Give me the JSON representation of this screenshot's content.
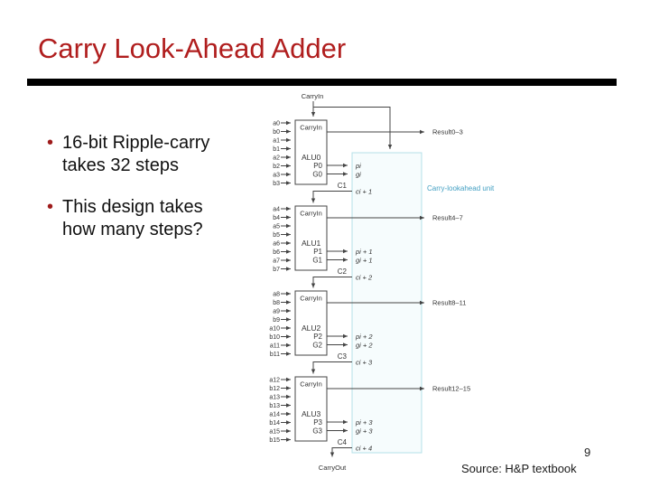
{
  "slide": {
    "title": "Carry Look-Ahead Adder",
    "bullet_glyph": "•",
    "bullets": [
      {
        "line1": "16-bit Ripple-carry",
        "line2": "takes 32 steps"
      },
      {
        "line1": "This design takes",
        "line2": "how many steps?"
      }
    ],
    "page_number": "9",
    "source_credit": "Source: H&P textbook"
  },
  "colors": {
    "title_red": "#b01e1e",
    "bullet_red": "#9e1b1b",
    "line_dark": "#444444",
    "lookahead_border": "#b4e0e8",
    "lookahead_fill": "#f6fcfd",
    "lookahead_text": "#429fc2"
  },
  "diagram": {
    "top_carry_in": "CarryIn",
    "carry_out": "CarryOut",
    "lookahead_unit_label": "Carry-lookahead unit",
    "alus": [
      {
        "carry_in": "CarryIn",
        "name": "ALU0",
        "p": "P0",
        "g": "G0",
        "inputs": [
          "a0",
          "b0",
          "a1",
          "b1",
          "a2",
          "b2",
          "a3",
          "b3"
        ],
        "result": "Result0–3",
        "pi": "pi",
        "gi": "gi",
        "c_label": "C1",
        "ci": "ci + 1"
      },
      {
        "carry_in": "CarryIn",
        "name": "ALU1",
        "p": "P1",
        "g": "G1",
        "inputs": [
          "a4",
          "b4",
          "a5",
          "b5",
          "a6",
          "b6",
          "a7",
          "b7"
        ],
        "result": "Result4–7",
        "pi": "pi + 1",
        "gi": "gi + 1",
        "c_label": "C2",
        "ci": "ci + 2"
      },
      {
        "carry_in": "CarryIn",
        "name": "ALU2",
        "p": "P2",
        "g": "G2",
        "inputs": [
          "a8",
          "b8",
          "a9",
          "b9",
          "a10",
          "b10",
          "a11",
          "b11"
        ],
        "result": "Result8–11",
        "pi": "pi + 2",
        "gi": "gi + 2",
        "c_label": "C3",
        "ci": "ci + 3"
      },
      {
        "carry_in": "CarryIn",
        "name": "ALU3",
        "p": "P3",
        "g": "G3",
        "inputs": [
          "a12",
          "b12",
          "a13",
          "b13",
          "a14",
          "b14",
          "a15",
          "b15"
        ],
        "result": "Result12–15",
        "pi": "pi + 3",
        "gi": "gi + 3",
        "c_label": "C4",
        "ci": "ci + 4"
      }
    ]
  }
}
